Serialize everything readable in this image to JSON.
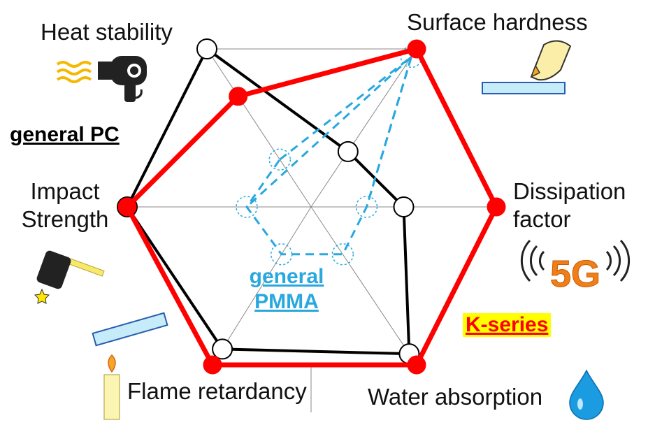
{
  "axes": [
    {
      "key": "heat",
      "label_lines": [
        "Heat stability"
      ],
      "icon": "hair-dryer-icon"
    },
    {
      "key": "hardness",
      "label_lines": [
        "Surface hardness"
      ],
      "icon": "pencil-on-plate-icon"
    },
    {
      "key": "dissipation",
      "label_lines": [
        "Dissipation",
        "factor"
      ],
      "icon": "5g-signal-icon"
    },
    {
      "key": "water",
      "label_lines": [
        "Water absorption"
      ],
      "icon": "water-drop-icon"
    },
    {
      "key": "flame",
      "label_lines": [
        "Flame retardancy"
      ],
      "icon": "candle-flame-icon"
    },
    {
      "key": "impact",
      "label_lines": [
        "Impact",
        "Strength"
      ],
      "icon": "hammer-icon"
    }
  ],
  "series": [
    {
      "name": "general PC",
      "style": "solid-black-open-circles",
      "color": "#000000",
      "values": {
        "heat": 1.0,
        "hardness": 0.35,
        "dissipation": 0.5,
        "water": 0.93,
        "flame": 0.9,
        "impact": 1.0
      }
    },
    {
      "name": "general PMMA",
      "style": "dashed-cyan",
      "color": "#29a8e0",
      "values": {
        "heat": 0.3,
        "hardness": 0.95,
        "dissipation": 0.3,
        "water": 0.3,
        "flame": 0.3,
        "impact": 0.35
      }
    },
    {
      "name": "K-series",
      "style": "thick-red-filled-circles",
      "color": "#ff0000",
      "values": {
        "heat": 0.7,
        "hardness": 1.0,
        "dissipation": 1.0,
        "water": 1.0,
        "flame": 1.0,
        "impact": 1.0
      }
    }
  ],
  "legend_colors": {
    "general PC": "#000000",
    "general PMMA": "#29a8e0",
    "K-series": "#ff0000",
    "k_highlight": "#ffff00"
  },
  "icon_text": {
    "fiveg": "5G"
  }
}
